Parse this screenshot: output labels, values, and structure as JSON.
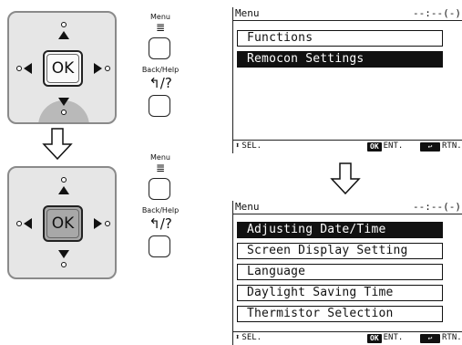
{
  "remote": {
    "ok_label": "OK",
    "menu_label": "Menu",
    "menu_icon": "≣",
    "back_label": "Back/Help",
    "back_icon": "↰/?"
  },
  "screen_top": {
    "title": "Menu",
    "status": "--:--(-)",
    "items": [
      {
        "label": "Functions",
        "selected": false
      },
      {
        "label": "Remocon Settings",
        "selected": true
      }
    ],
    "footer": {
      "sel": "SEL.",
      "ok": "OK",
      "ent": "ENT.",
      "rtn": "RTN."
    }
  },
  "screen_bottom": {
    "title": "Menu",
    "status": "--:--(-)",
    "items": [
      {
        "label": "Adjusting Date/Time",
        "selected": true
      },
      {
        "label": "Screen Display Setting",
        "selected": false
      },
      {
        "label": "Language",
        "selected": false
      },
      {
        "label": "Daylight Saving Time",
        "selected": false
      },
      {
        "label": "Thermistor Selection",
        "selected": false
      }
    ],
    "footer": {
      "sel": "SEL.",
      "ok": "OK",
      "ent": "ENT.",
      "rtn": "RTN."
    }
  },
  "colors": {
    "pad_bg": "#e6e6e6",
    "pressed": "#a8a8a8",
    "lcd_ink": "#111111"
  }
}
